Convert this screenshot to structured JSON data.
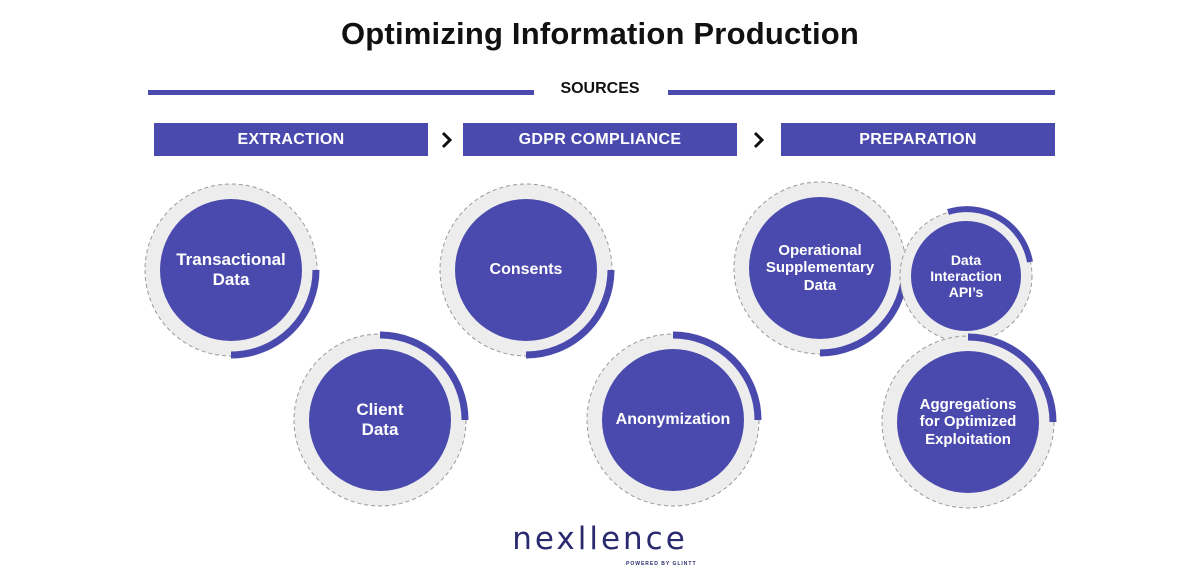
{
  "title": "Optimizing Information Production",
  "sources_label": "SOURCES",
  "stages": [
    "EXTRACTION",
    "GDPR COMPLIANCE",
    "PREPARATION"
  ],
  "nodes": [
    {
      "id": "transactional",
      "lines": [
        "Transactional",
        "Data"
      ]
    },
    {
      "id": "client",
      "lines": [
        "Client",
        "Data"
      ]
    },
    {
      "id": "consents",
      "lines": [
        "Consents"
      ]
    },
    {
      "id": "anonymization",
      "lines": [
        "Anonymization"
      ]
    },
    {
      "id": "operational",
      "lines": [
        "Operational",
        "Supplementary",
        "Data"
      ]
    },
    {
      "id": "api",
      "lines": [
        "Data",
        "Interaction",
        "API’s"
      ]
    },
    {
      "id": "aggregations",
      "lines": [
        "Aggregations",
        "for Optimized",
        "Exploitation"
      ]
    }
  ],
  "logo": {
    "word": "nexllence",
    "tagline": "POWERED BY GLINTT"
  },
  "colors": {
    "primary": "#4a4aae",
    "ring": "#ededed",
    "dash": "#9a9a9a"
  }
}
